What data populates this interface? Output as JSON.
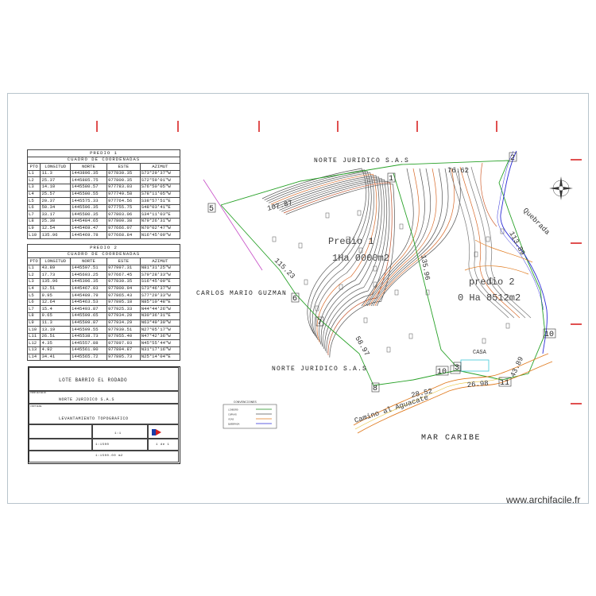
{
  "table1": {
    "title1": "PREDIO 1",
    "title2": "CUADRO DE COORDENADAS",
    "headers": [
      "PTO",
      "LONGITUD",
      "NORTE",
      "ESTE",
      "AZIMUT"
    ],
    "rows": [
      [
        "L1",
        "11.3",
        "1443896.35",
        "977830.35",
        "S73°29'37\"W"
      ],
      [
        "L2",
        "25.37",
        "1445885.75",
        "977800.35",
        "S72°59'01\"W"
      ],
      [
        "L3",
        "14.10",
        "1445580.57",
        "977783.03",
        "S76°50'05\"W"
      ],
      [
        "L4",
        "25.57",
        "1445580.55",
        "977749.58",
        "S78°11'05\"W"
      ],
      [
        "L5",
        "20.37",
        "1445575.33",
        "977764.56",
        "S38°57'51\"E"
      ],
      [
        "L6",
        "50.34",
        "1445596.35",
        "977755.75",
        "S48°03'41\"E"
      ],
      [
        "L7",
        "33.17",
        "1445580.35",
        "977803.06",
        "S34°11'03\"E"
      ],
      [
        "L8",
        "25.30",
        "1445484.65",
        "977800.38",
        "N79°26'31\"W"
      ],
      [
        "L9",
        "12.54",
        "1445469.47",
        "977666.07",
        "N70°02'47\"W"
      ],
      [
        "L10",
        "135.96",
        "1445469.78",
        "977668.84",
        "N16°45'09\"W"
      ]
    ]
  },
  "table2": {
    "title1": "PREDIO 2",
    "title2": "CUADRO DE COORDENADAS",
    "headers": [
      "PTO",
      "LONGITUD",
      "NORTE",
      "ESTE",
      "AZIMUT"
    ],
    "rows": [
      [
        "L1",
        "43.89",
        "1445597.51",
        "977997.31",
        "N81°31'25\"W"
      ],
      [
        "L2",
        "17.73",
        "1445603.25",
        "977667.45",
        "S79°28'33\"W"
      ],
      [
        "L3",
        "135.96",
        "1445396.35",
        "977830.35",
        "S16°45'09\"E"
      ],
      [
        "L4",
        "12.51",
        "1445467.03",
        "977800.94",
        "S73°46'37\"W"
      ],
      [
        "L5",
        "9.95",
        "1445489.79",
        "977865.43",
        "S77°29'33\"W"
      ],
      [
        "L6",
        "12.64",
        "1445463.53",
        "977895.18",
        "N85°10'48\"E"
      ],
      [
        "L7",
        "15.4",
        "1445493.87",
        "977925.33",
        "N44°44'26\"W"
      ],
      [
        "L8",
        "9.65",
        "1445509.65",
        "977934.20",
        "N30°36'31\"E"
      ],
      [
        "L9",
        "11.3",
        "1445509.87",
        "977934.29",
        "N63°49'30\"W"
      ],
      [
        "L10",
        "13.19",
        "1445509.55",
        "977930.51",
        "N27°05'17\"W"
      ],
      [
        "L11",
        "26.51",
        "1445538.73",
        "977955.40",
        "N47°42'36\"W"
      ],
      [
        "L12",
        "4.35",
        "1445557.88",
        "977897.93",
        "N45°55'44\"W"
      ],
      [
        "L13",
        "4.92",
        "1445561.90",
        "977894.87",
        "N31°17'16\"W"
      ],
      [
        "L14",
        "34.41",
        "1445565.72",
        "977895.73",
        "N25°14'04\"E"
      ]
    ]
  },
  "titleblock": {
    "project": "LOTE BARRIO EL RODADO",
    "owner_label": "PROPIETARIO",
    "owner": "NORTE JURIDICO S.A.S",
    "content_label": "CONTIENE",
    "content": "LEVANTAMIENTO TOPOGRAFICO",
    "scale": "1:1",
    "plate": "1 de 1",
    "scale_code": "1:1500",
    "drawing": "1:1500.00 m2"
  },
  "map": {
    "north_owner_top": "NORTE JURIDICO S.A.S",
    "north_owner_bottom": "NORTE JURIDICO S.A.S",
    "west_owner": "CARLOS MARIO GUZMAN",
    "predio1_name": "Predio 1",
    "predio1_area": "1Ha 0000m2",
    "predio2_name": "predio 2",
    "predio2_area": "0 Ha 8512m2",
    "sea": "MAR CARIBE",
    "road": "Camino al Aguacate",
    "creek": "Quebrada",
    "house": "CASA",
    "dims": [
      "76.62",
      "107.87",
      "113.89",
      "135.96",
      "58.97",
      "28.52",
      "26.98",
      "43.89",
      "115.23"
    ],
    "points": [
      "2",
      "5",
      "6",
      "7",
      "8",
      "10",
      "11",
      "1",
      "10",
      "3"
    ]
  },
  "legend": {
    "title": "CONVENCIONES",
    "items": [
      {
        "label": "LINDERO",
        "color": "#1e8c1e"
      },
      {
        "label": "CURVAS",
        "color": "#555555"
      },
      {
        "label": "VIAS",
        "color": "#e07a1e"
      },
      {
        "label": "QUEBRADA",
        "color": "#2b2bd6"
      }
    ]
  },
  "watermark": "www.archifacile.fr"
}
